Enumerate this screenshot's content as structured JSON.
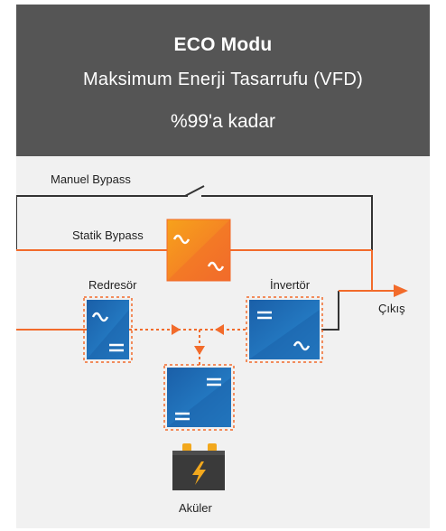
{
  "header": {
    "title": "ECO Modu",
    "subtitle": "Maksimum Enerji Tasarrufu (VFD)",
    "efficiency": "%99'a kadar"
  },
  "diagram": {
    "labels": {
      "manual_bypass": "Manuel Bypass",
      "static_bypass": "Statik Bypass",
      "rectifier": "Redresör",
      "inverter": "İnvertör",
      "output": "Çıkış",
      "batteries": "Aküler"
    }
  },
  "colors": {
    "header_bg": "#555555",
    "panel_bg": "#f1f1f1",
    "orange": "#f26b2b",
    "blue": "#1a5fa8",
    "dark_line": "#333333",
    "battery": "#3a3a3a",
    "terminal": "#f2a81d"
  },
  "icons": {
    "static_switch": "ac-ac-switch-icon",
    "rectifier": "ac-dc-converter-icon",
    "inverter": "dc-ac-converter-icon",
    "dc_dc": "dc-dc-converter-icon",
    "battery": "battery-bolt-icon"
  }
}
